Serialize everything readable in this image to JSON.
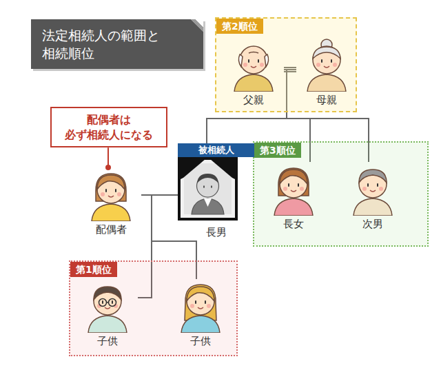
{
  "diagram": {
    "title": "法定相続人の範囲と 相続順位",
    "nodes": [
      {
        "text": [
          "第2順位"
        ]
      },
      {
        "text": [
          "父親"
        ],
        "in": 0
      },
      {
        "text": [
          "母親"
        ],
        "in": 0
      },
      {
        "text": [
          "配偶者は 必ず相続人になる"
        ]
      },
      {
        "text": [
          "被相続人",
          "長男"
        ]
      },
      {
        "text": [
          "第3順位"
        ]
      },
      {
        "text": [
          "長女"
        ],
        "in": 5
      },
      {
        "text": [
          "次男"
        ],
        "in": 5
      },
      {
        "text": [
          "配偶者"
        ]
      },
      {
        "text": [
          "第1順位"
        ]
      },
      {
        "text": [
          "子供"
        ],
        "in": 9
      },
      {
        "text": [
          "子供"
        ],
        "in": 9
      }
    ],
    "edges": [
      {
        "from": 1,
        "to": 2,
        "arrow": "none"
      },
      {
        "from": 1,
        "to": 4,
        "arrow": "none"
      },
      {
        "from": 1,
        "to": 6,
        "arrow": "none"
      },
      {
        "from": 1,
        "to": 7,
        "arrow": "none"
      },
      {
        "from": 2,
        "to": 4,
        "arrow": "none"
      },
      {
        "from": 2,
        "to": 6,
        "arrow": "none"
      },
      {
        "from": 2,
        "to": 7,
        "arrow": "none"
      },
      {
        "from": 8,
        "to": 4,
        "arrow": "none"
      },
      {
        "from": 8,
        "to": 10,
        "arrow": "none"
      },
      {
        "from": 8,
        "to": 11,
        "arrow": "none"
      },
      {
        "from": 4,
        "to": 10,
        "arrow": "none"
      },
      {
        "from": 4,
        "to": 11,
        "arrow": "none"
      },
      {
        "from": 3,
        "to": 8,
        "arrow": "none"
      }
    ]
  }
}
